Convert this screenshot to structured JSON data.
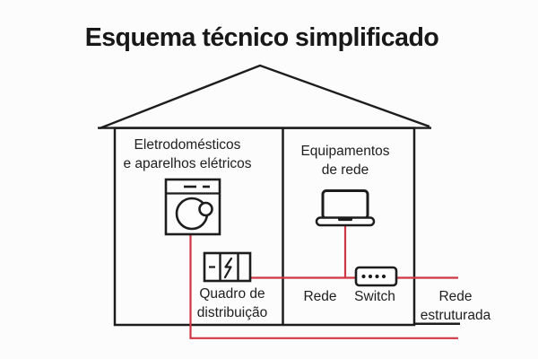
{
  "page": {
    "title": "Esquema técnico simplificado"
  },
  "theme": {
    "background": "#fcfcfc",
    "ink": "#1d1d1d",
    "cable_red": "#cf3744"
  },
  "house": {
    "left_section": {
      "label_line1": "Eletrodomésticos",
      "label_line2": "e aparelhos elétricos",
      "icon": "washing-machine-icon"
    },
    "right_section": {
      "label_line1": "Equipamentos",
      "label_line2": "de rede",
      "icon": "laptop-icon"
    }
  },
  "components": {
    "distribution_board": {
      "icon": "distribution-board-icon",
      "label_line1": "Quadro de",
      "label_line2": "distribuição"
    },
    "network": {
      "label": "Rede"
    },
    "switch": {
      "icon": "switch-icon",
      "label": "Switch"
    },
    "structured_network": {
      "label_line1": "Rede",
      "label_line2": "estruturada"
    }
  }
}
